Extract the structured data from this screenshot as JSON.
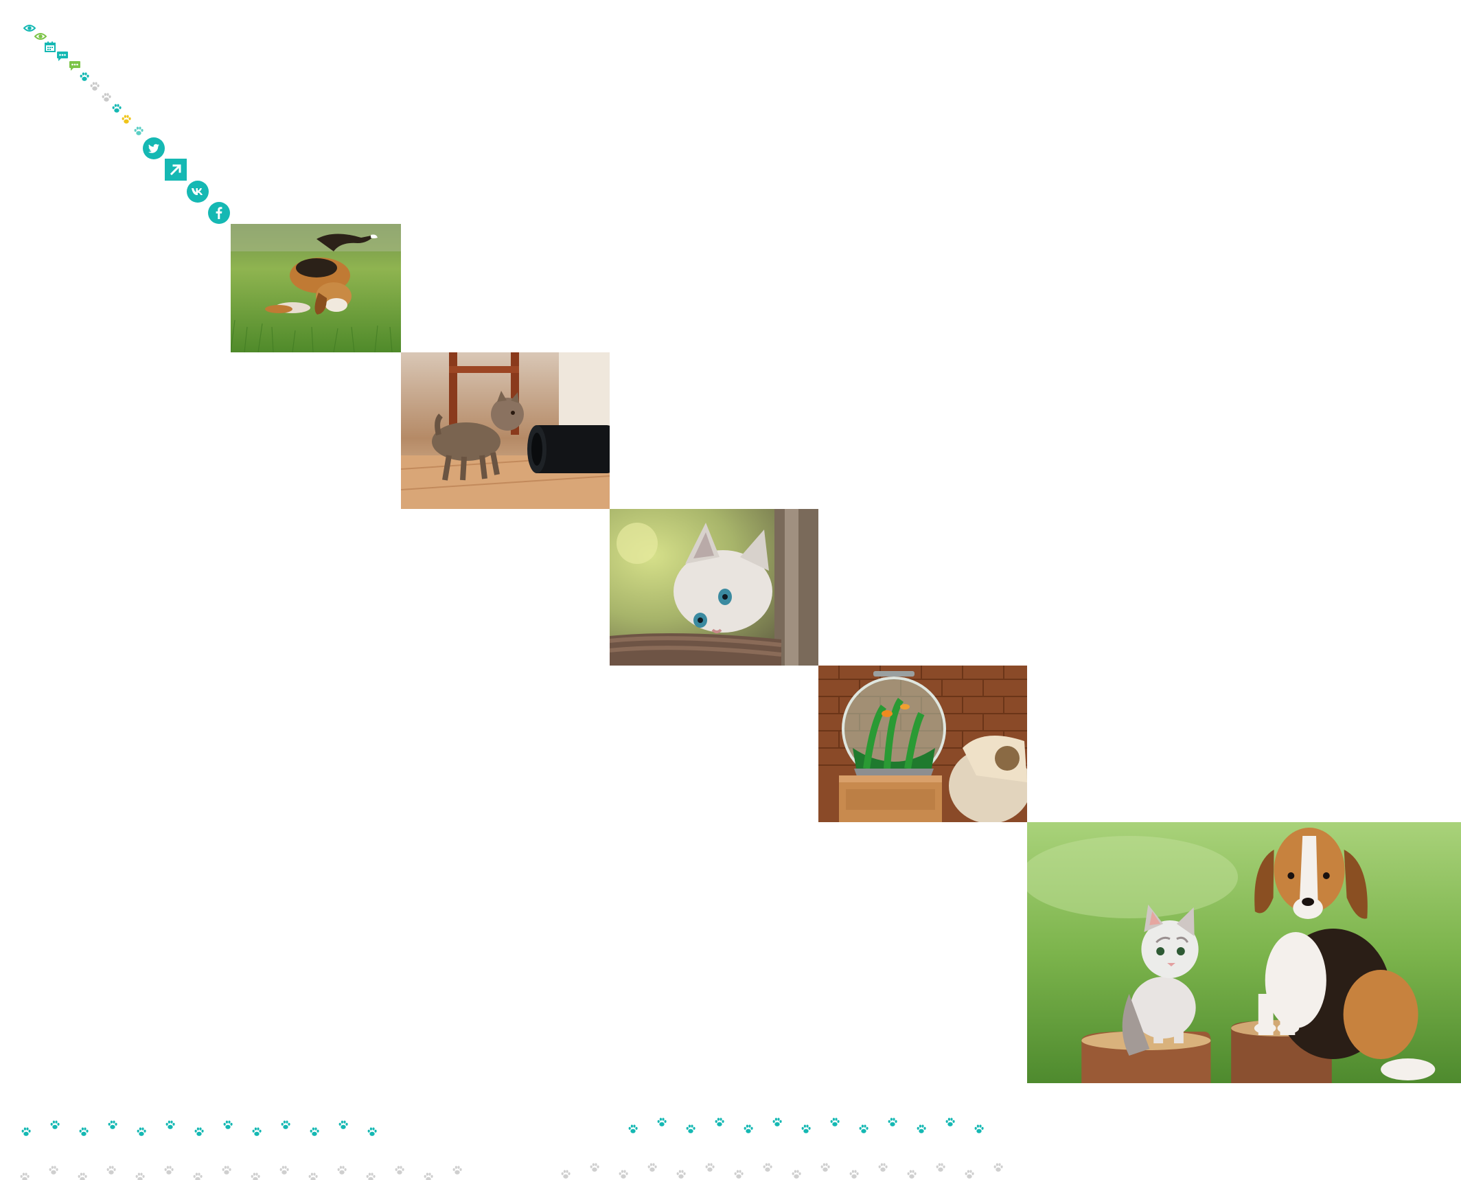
{
  "colors": {
    "teal": "#15b8b3",
    "green": "#7cc447",
    "yellow": "#f0c419",
    "gray": "#c9c9c9",
    "lightTeal": "#5ccfc5"
  },
  "icons": [
    {
      "name": "eye-icon",
      "kind": "eye",
      "color": "#15b8b3"
    },
    {
      "name": "eye-icon",
      "kind": "eye",
      "color": "#7cc447"
    },
    {
      "name": "calendar-icon",
      "kind": "calendar",
      "color": "#15b8b3"
    },
    {
      "name": "comment-icon",
      "kind": "comment",
      "color": "#15b8b3"
    },
    {
      "name": "comment-icon",
      "kind": "comment",
      "color": "#7cc447"
    },
    {
      "name": "paw-icon",
      "kind": "paw",
      "color": "#15b8b3"
    },
    {
      "name": "paw-icon",
      "kind": "paw",
      "color": "#c9c9c9"
    },
    {
      "name": "paw-icon",
      "kind": "paw",
      "color": "#c9c9c9"
    },
    {
      "name": "paw-icon",
      "kind": "paw",
      "color": "#15b8b3"
    },
    {
      "name": "paw-icon",
      "kind": "paw",
      "color": "#f0c419"
    },
    {
      "name": "paw-icon",
      "kind": "paw",
      "color": "#5ccfc5"
    }
  ],
  "social": [
    {
      "name": "twitter-icon",
      "kind": "twitter",
      "color": "#15b8b3"
    },
    {
      "name": "share-arrow-icon",
      "kind": "share",
      "color": "#15b8b3"
    },
    {
      "name": "vk-icon",
      "kind": "vk",
      "color": "#15b8b3"
    },
    {
      "name": "facebook-icon",
      "kind": "facebook",
      "color": "#15b8b3"
    }
  ],
  "photos": [
    {
      "name": "photo-beagle-puppy-grass",
      "scene": "beagle"
    },
    {
      "name": "photo-kitten-camera-lens",
      "scene": "kitten-lens"
    },
    {
      "name": "photo-sad-white-cat",
      "scene": "white-cat"
    },
    {
      "name": "photo-fish-bowl-aquarium",
      "scene": "fishbowl"
    },
    {
      "name": "photo-kitten-and-beagle-on-stumps",
      "scene": "kitten-beagle"
    }
  ],
  "paw_rows": [
    {
      "name": "paw-trail-teal-left",
      "color": "#15b8b3"
    },
    {
      "name": "paw-trail-teal-right",
      "color": "#15b8b3"
    },
    {
      "name": "paw-trail-gray-left",
      "color": "#cfcfcf"
    },
    {
      "name": "paw-trail-gray-right",
      "color": "#cfcfcf"
    }
  ]
}
